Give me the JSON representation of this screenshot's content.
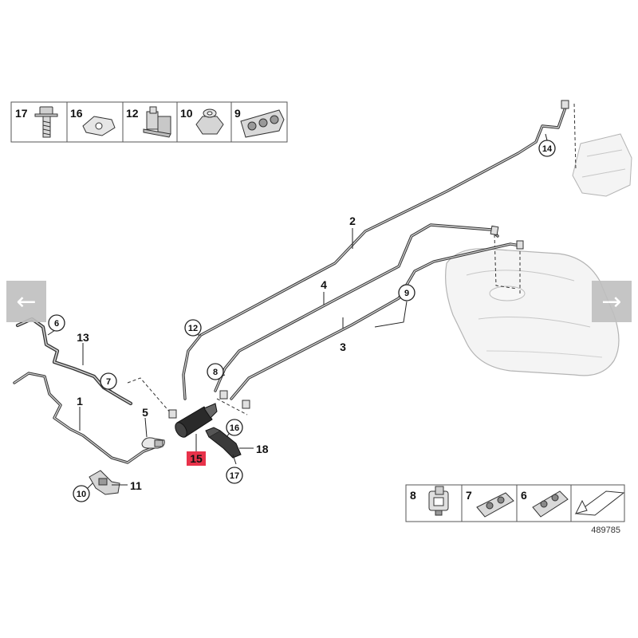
{
  "diagram": {
    "doc_number": "489785",
    "legend_top": [
      "17",
      "16",
      "12",
      "10",
      "9"
    ],
    "legend_bottom": [
      "8",
      "7",
      "6"
    ],
    "callouts_circled": {
      "c6": "6",
      "c7": "7",
      "c8": "8",
      "c9": "9",
      "c10": "10",
      "c12": "12",
      "c14": "14",
      "c16": "16",
      "c17": "17"
    },
    "callouts_plain": {
      "p1": "1",
      "p2": "2",
      "p3": "3",
      "p4": "4",
      "p5": "5",
      "p11": "11",
      "p13": "13",
      "p18": "18"
    },
    "highlighted_part": "15"
  },
  "nav": {
    "prev_icon": "←",
    "next_icon": "→"
  },
  "colors": {
    "highlight": "#e8324a",
    "line": "#333333",
    "part_gray": "#d9d9d9"
  }
}
